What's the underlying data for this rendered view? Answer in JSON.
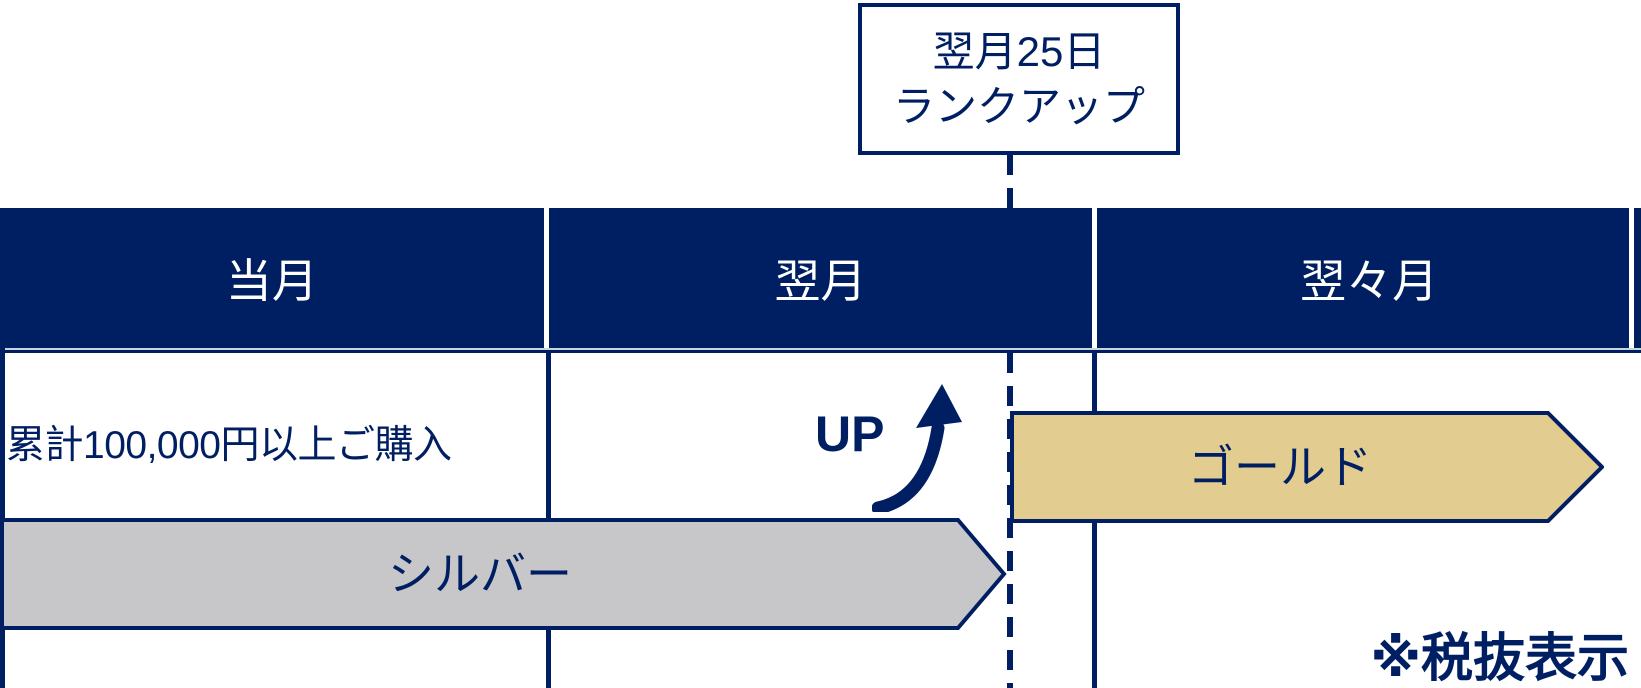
{
  "callout": {
    "line1": "翌月25日",
    "line2": "ランクアップ"
  },
  "columns": [
    {
      "label": "当月"
    },
    {
      "label": "翌月"
    },
    {
      "label": "翌々月"
    }
  ],
  "condition_text": "累計100,000円以上ご購入",
  "rank_up": {
    "label": "UP"
  },
  "banners": {
    "silver": {
      "label": "シルバー",
      "color": "#c7c7c9"
    },
    "gold": {
      "label": "ゴールド",
      "color": "#e2cc8f"
    }
  },
  "footnote": "※税抜表示",
  "colors": {
    "navy": "#001f62",
    "header_text": "#ffffff",
    "header_divider": "#ffffff"
  }
}
